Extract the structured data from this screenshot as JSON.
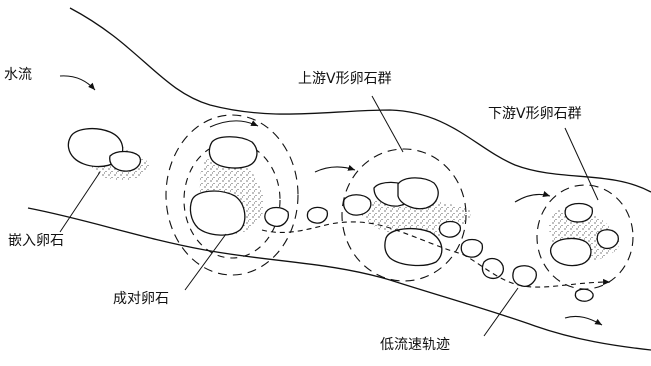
{
  "diagram": {
    "labels": {
      "flow": "水流",
      "upstream_v_group": "上游V形卵石群",
      "downstream_v_group": "下游V形卵石群",
      "embedded_pebble": "嵌入卵石",
      "paired_pebble": "成对卵石",
      "low_velocity_track": "低流速轨迹"
    },
    "colors": {
      "ink": "#111111",
      "background": "#ffffff"
    }
  }
}
